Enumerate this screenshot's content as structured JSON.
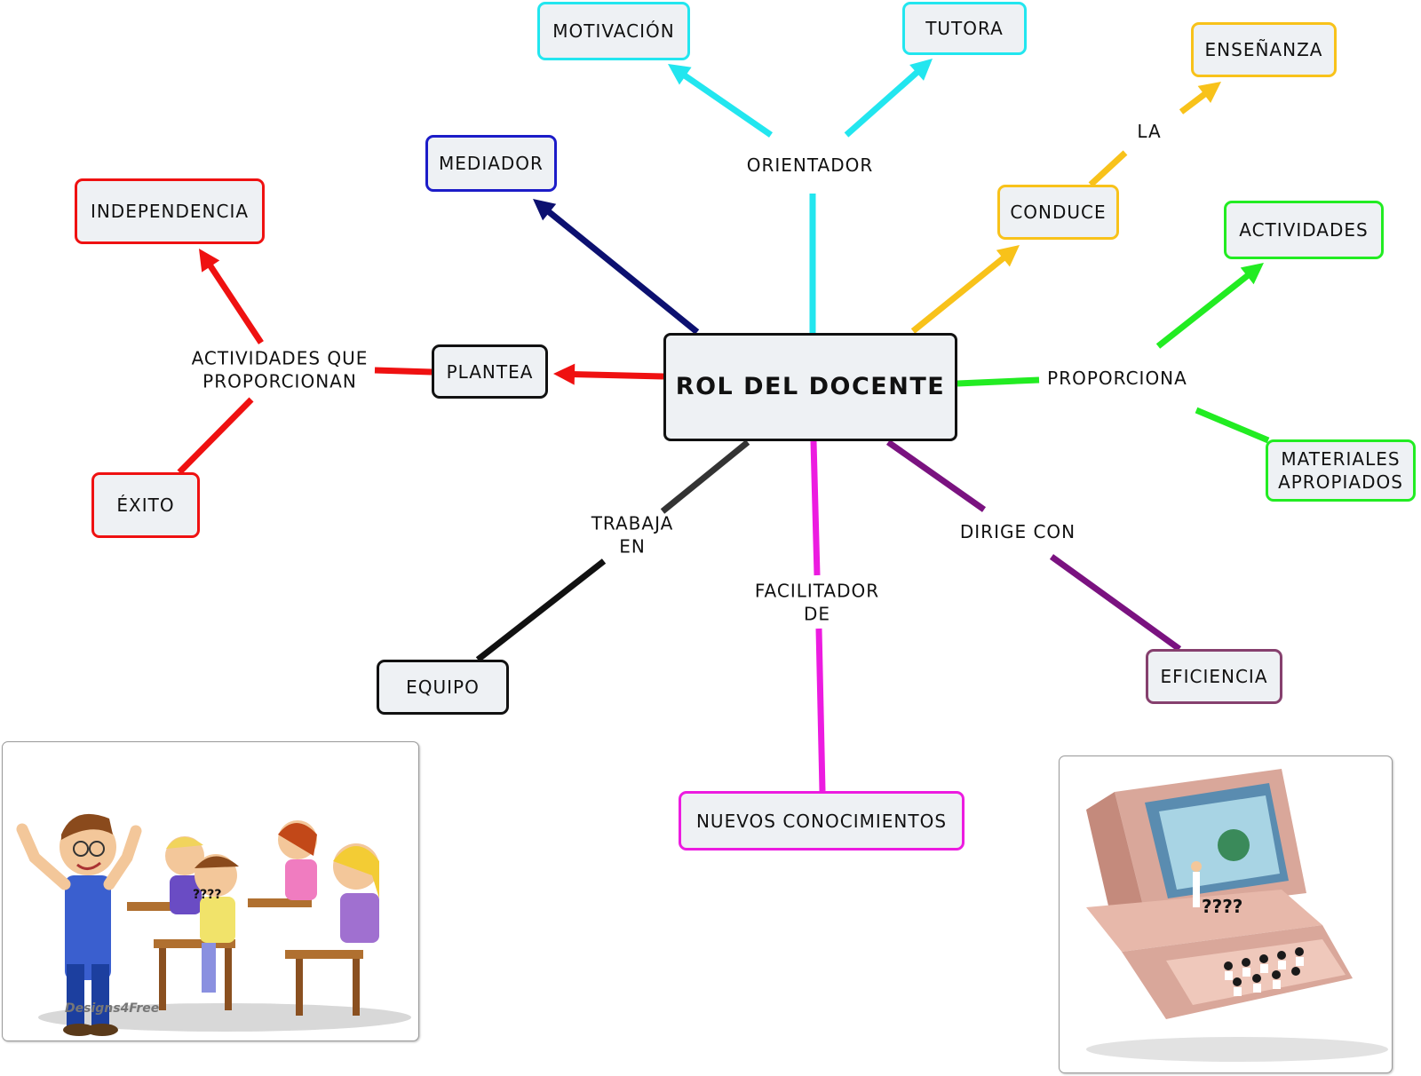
{
  "colors": {
    "cyan": "#22e6ef",
    "orange": "#f8c21a",
    "green": "#22ec22",
    "purple": "#7a1280",
    "magenta": "#ec1ce0",
    "black": "#111111",
    "darkgray": "#333333",
    "navy": "#0c1070",
    "blue": "#1c1cc8",
    "red": "#ef1111",
    "eficiencia_border": "#86406e",
    "box_fill": "#eef1f4"
  },
  "nodes": {
    "rol": "ROL DEL DOCENTE",
    "motivacion": "MOTIVACIÓN",
    "tutora": "TUTORA",
    "ensenanza": "ENSEÑANZA",
    "mediador": "MEDIADOR",
    "conduce": "CONDUCE",
    "actividades": "ACTIVIDADES",
    "independencia": "INDEPENDENCIA",
    "plantea": "PLANTEA",
    "materiales": "MATERIALES\nAPROPIADOS",
    "exito": "ÉXITO",
    "equipo": "EQUIPO",
    "eficiencia": "EFICIENCIA",
    "nuevos": "NUEVOS CONOCIMIENTOS"
  },
  "labels": {
    "orientador": "ORIENTADOR",
    "la": "LA",
    "proporciona": "PROPORCIONA",
    "actividades_que": "ACTIVIDADES QUE\nPROPORCIONAN",
    "trabaja_en": "TRABAJA\nEN",
    "facilitador_de": "FACILITADOR\nDE",
    "dirige_con": "DIRIGE CON"
  },
  "images": {
    "classroom": {
      "icon": "classroom-cartoon",
      "speech": "????",
      "watermark": "Designs4Free"
    },
    "computer": {
      "icon": "computer-classroom",
      "speech": "????"
    }
  }
}
